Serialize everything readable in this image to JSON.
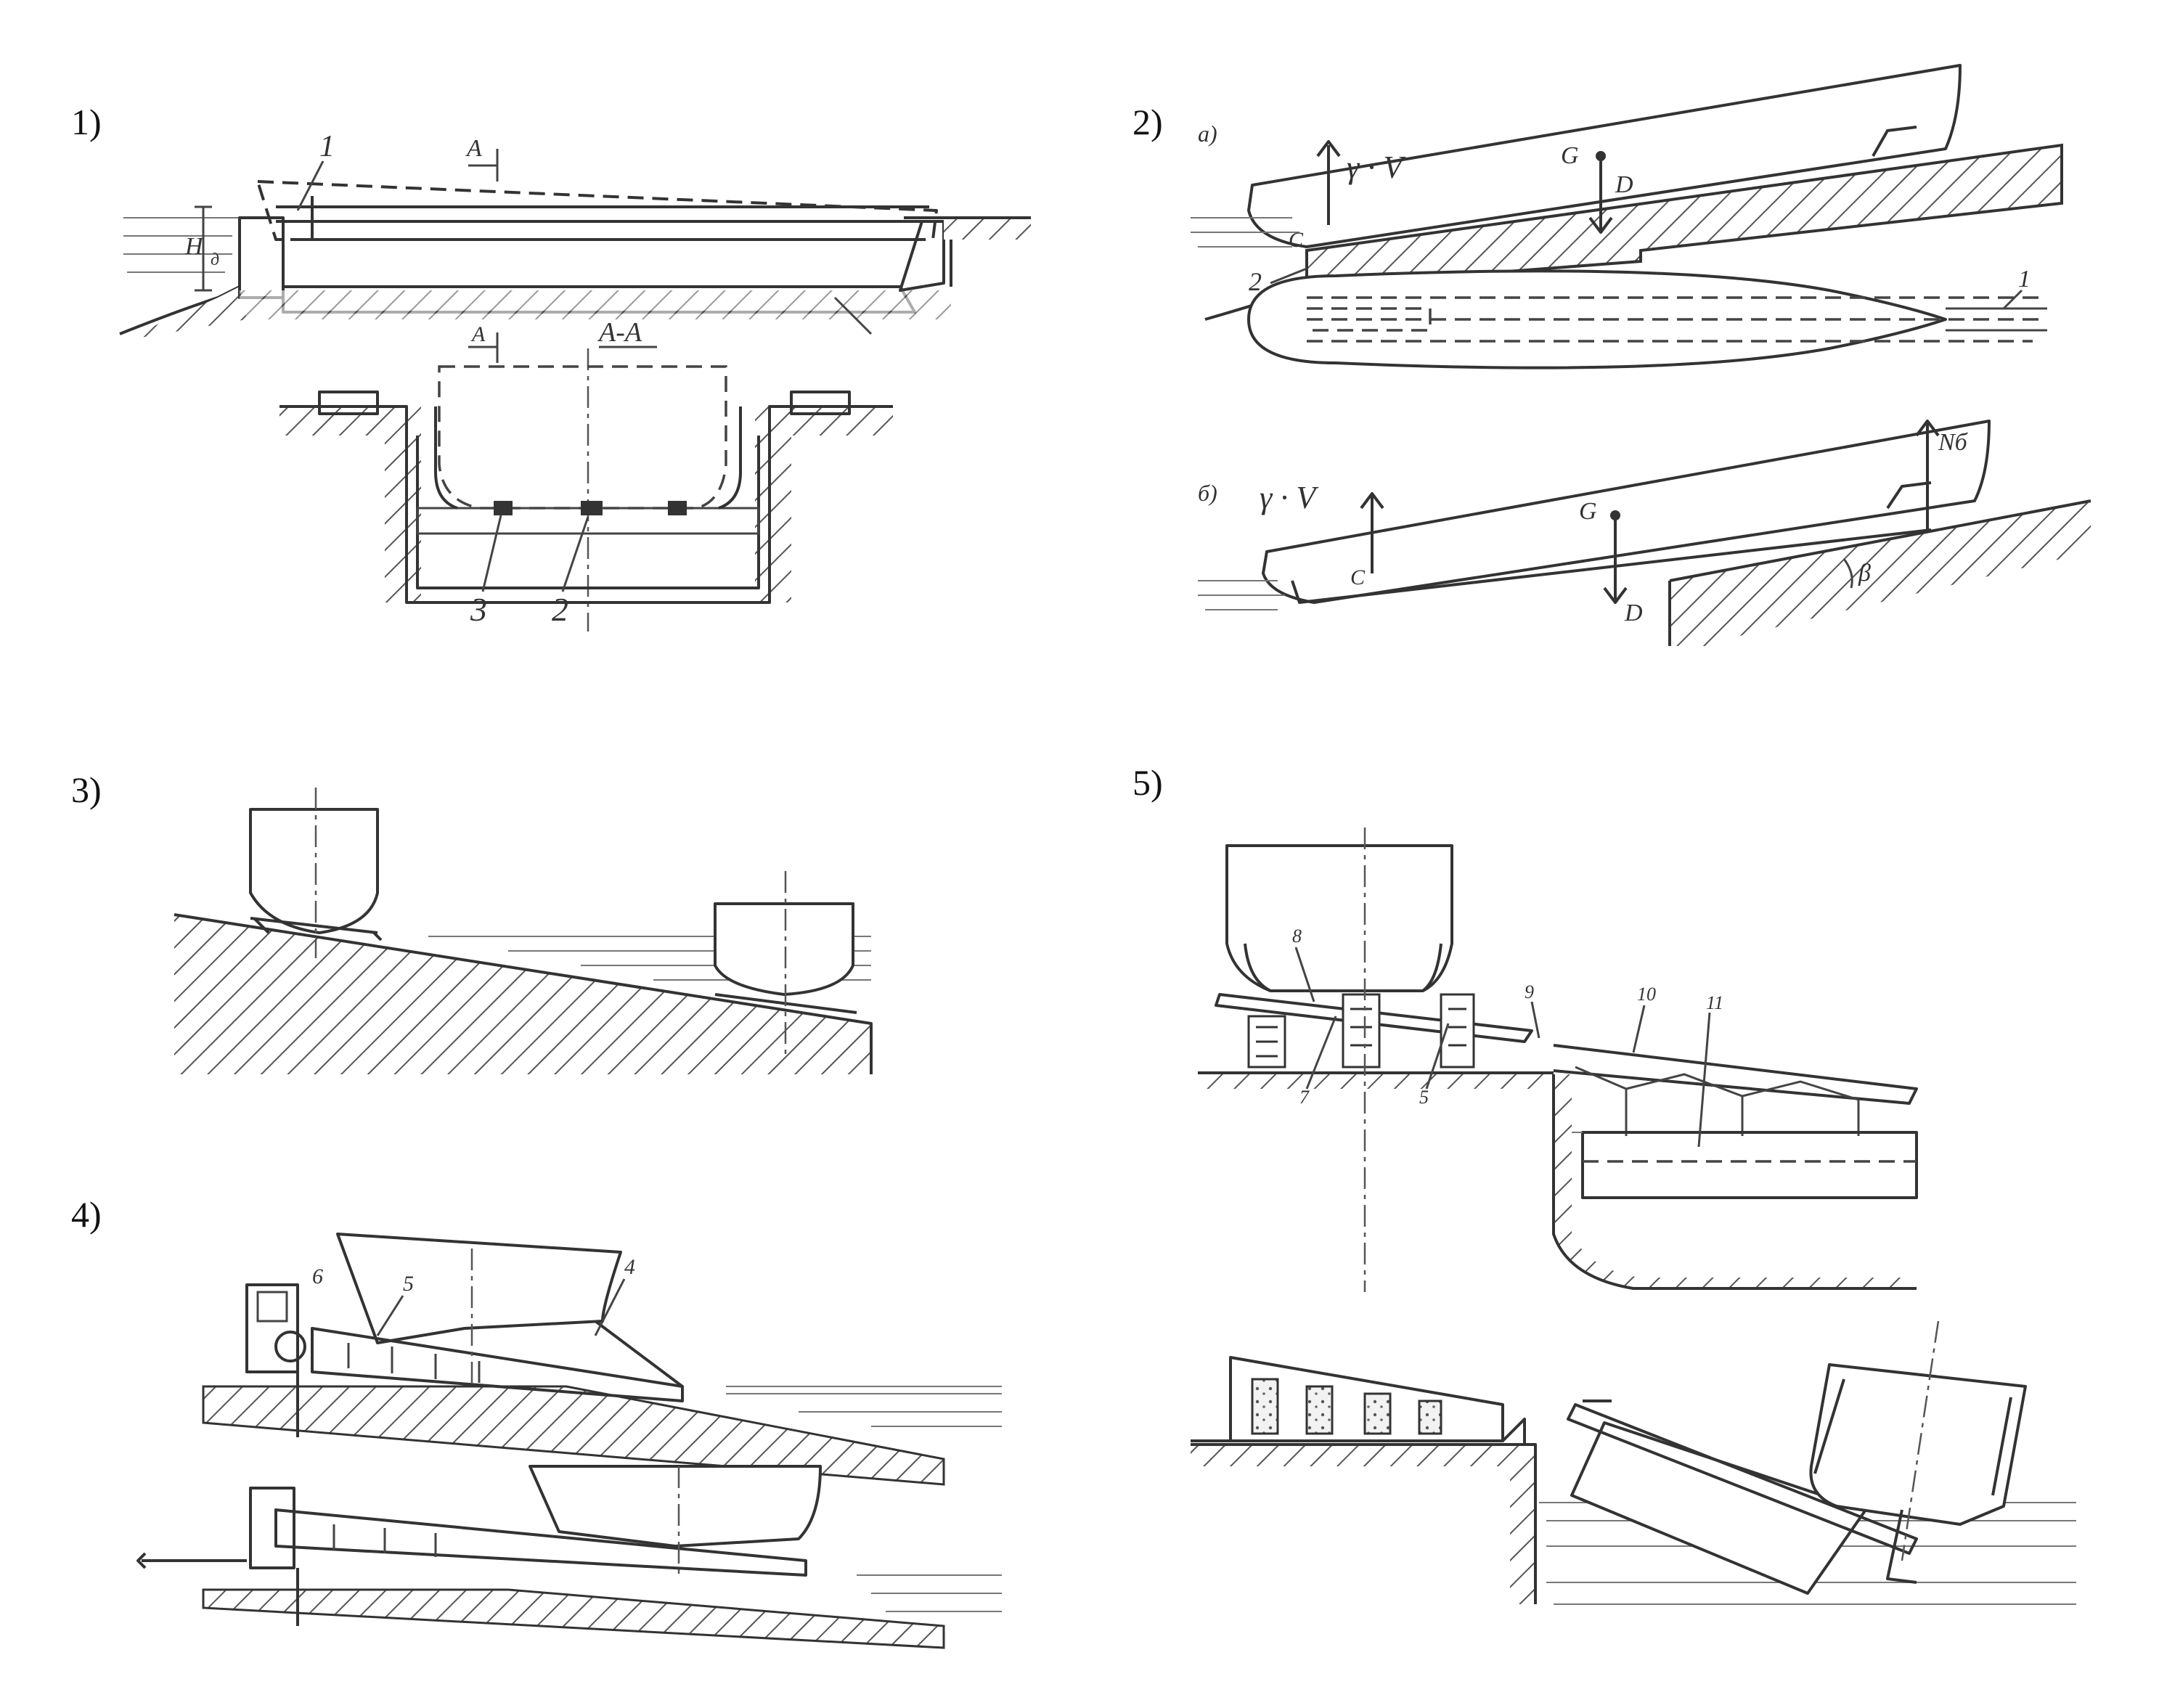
{
  "panels": {
    "p1": {
      "number": "1)",
      "labels": {
        "c1": "1",
        "c2": "2",
        "c3": "3",
        "section": "A-A",
        "cut_top": "A",
        "cut_bottom": "A",
        "depth": "H",
        "depth_sub": "д"
      }
    },
    "p2": {
      "number": "2)",
      "labels": {
        "a": "a)",
        "b": "б)",
        "gv_a": "γ · V",
        "gv_b": "γ · V",
        "g_a": "G",
        "g_b": "G",
        "d_a": "D",
        "d_b": "D",
        "c_a": "C",
        "c_b": "C",
        "n": "Nб",
        "beta": "β",
        "one": "1",
        "two": "2"
      }
    },
    "p3": {
      "number": "3)"
    },
    "p4": {
      "number": "4)",
      "labels": {
        "four": "4",
        "five": "5",
        "six": "6"
      }
    },
    "p5": {
      "number": "5)",
      "labels": {
        "five": "5",
        "seven": "7",
        "eight": "8",
        "nine": "9",
        "ten": "10",
        "eleven": "11"
      }
    }
  },
  "colors": {
    "ink": "#333333",
    "hatch": "#555555",
    "background": "#ffffff"
  }
}
